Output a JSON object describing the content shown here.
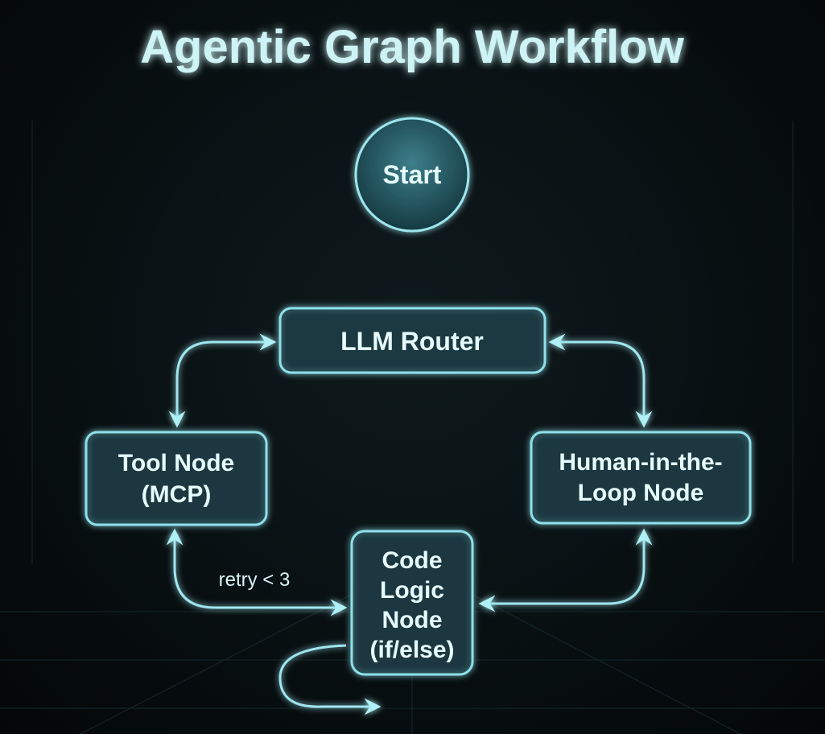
{
  "title": "Agentic Graph Workflow",
  "nodes": {
    "start": "Start",
    "router": "LLM Router",
    "tool": [
      "Tool Node",
      "(MCP)"
    ],
    "human": [
      "Human-in-the-",
      "Loop Node"
    ],
    "code": [
      "Code",
      "Logic",
      "Node",
      "(if/else)"
    ]
  },
  "edges": {
    "retry_label": "retry < 3"
  },
  "colors": {
    "accent": "#8fe0ea",
    "background": "#060b0d"
  }
}
